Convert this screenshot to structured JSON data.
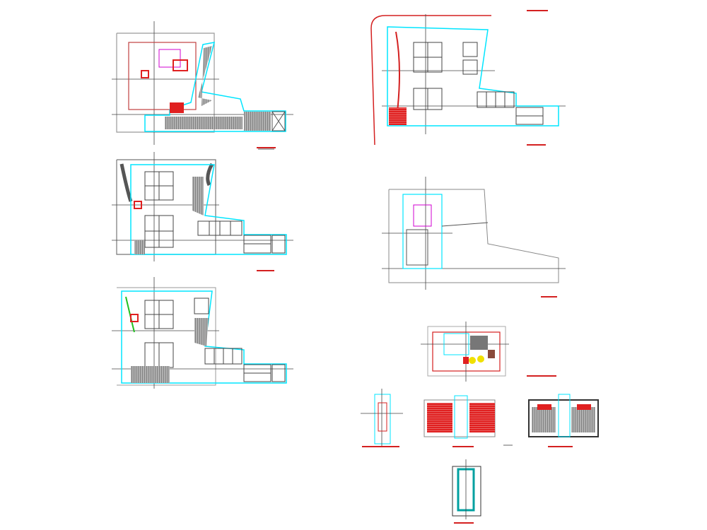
{
  "drawing": {
    "type": "architectural CAD floor plans",
    "colors": {
      "background": "#ffffff",
      "outline": "#8a8a8a",
      "wall_cyan": "#00e5ff",
      "wall_red": "#d42020",
      "wall_magenta": "#d000d0",
      "annotation_yellow": "#f0e000",
      "hatch": "#707070",
      "axis": "#404040",
      "green_text": "#20c020"
    },
    "icons": [
      "north-axis-marker",
      "title-underline"
    ]
  }
}
